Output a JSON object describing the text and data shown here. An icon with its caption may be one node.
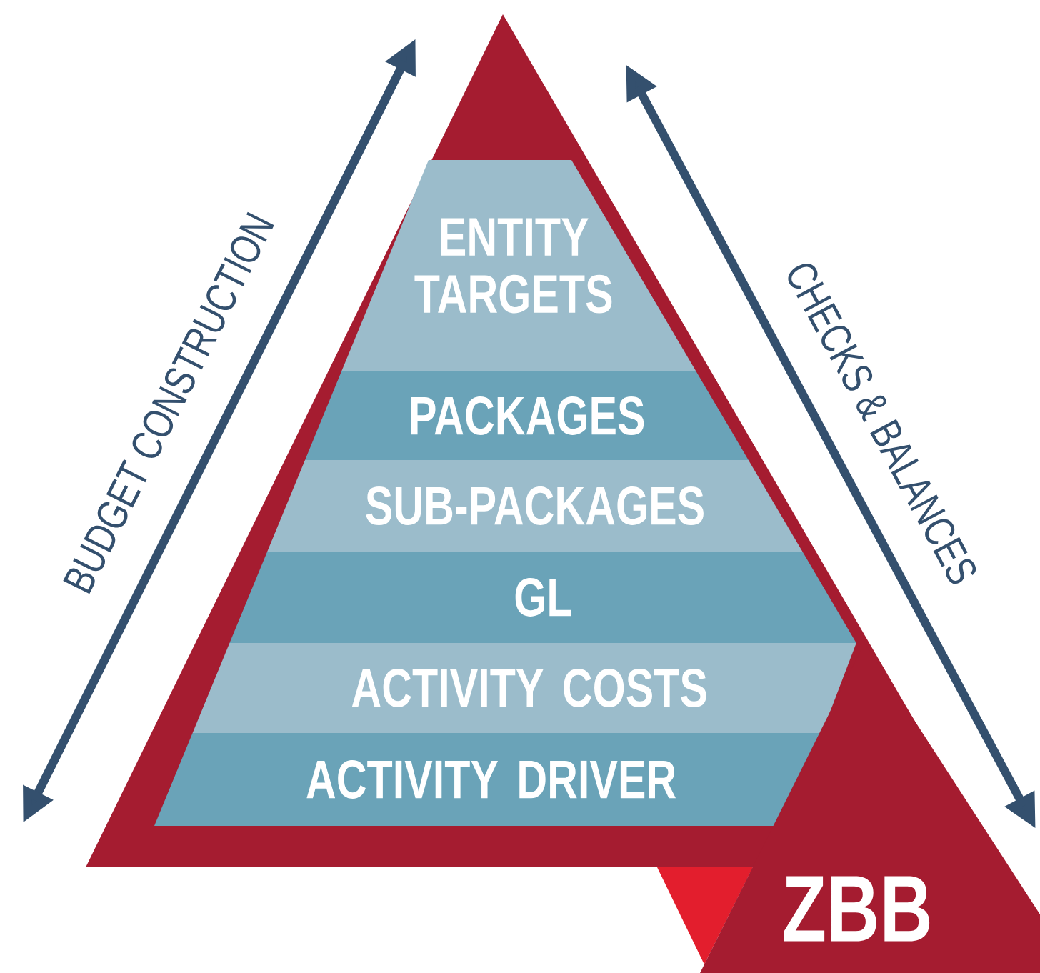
{
  "diagram": {
    "nodes": [
      {
        "text": [
          "ENTITY TARGETS"
        ]
      },
      {
        "text": [
          "PACKAGES"
        ]
      },
      {
        "text": [
          "SUB-PACKAGES"
        ]
      },
      {
        "text": [
          "GL"
        ]
      },
      {
        "text": [
          "ACTIVITY COSTS"
        ]
      },
      {
        "text": [
          "ACTIVITY DRIVER"
        ]
      },
      {
        "text": [
          "ZBB"
        ]
      }
    ],
    "edges": [],
    "labels": [
      "BUDGET CONSTRUCTION",
      "CHECKS & BALANCES"
    ]
  }
}
